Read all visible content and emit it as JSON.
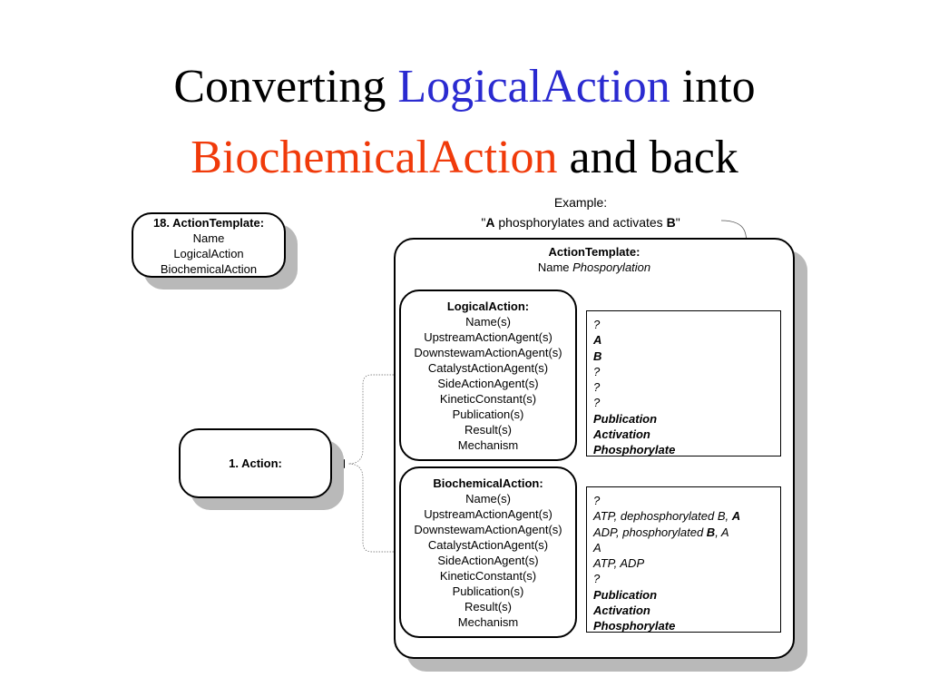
{
  "title": {
    "line1": {
      "part1": "Converting ",
      "part2": "LogicalAction",
      "part3": " into"
    },
    "line2": {
      "part1": "BiochemicalAction",
      "part2": " and back"
    },
    "colors": {
      "logical": "#2a2ad0",
      "biochemical": "#f03a0a"
    }
  },
  "example": {
    "label": "Example:",
    "quote_open": "\"",
    "agent_a": "A",
    "verb": " phosphorylates and activates ",
    "agent_b": "B",
    "quote_close": "\""
  },
  "action_template_small": {
    "header": "18. ActionTemplate:",
    "fields": [
      "Name",
      "LogicalAction",
      "BiochemicalAction"
    ]
  },
  "action": {
    "header": "1. Action:"
  },
  "action_template_big": {
    "header": "ActionTemplate:",
    "name_label": "Name ",
    "name_value": "Phosporylation"
  },
  "logical_action": {
    "header": "LogicalAction:",
    "fields": [
      "Name(s)",
      "UpstreamActionAgent(s)",
      "DownstewamActionAgent(s)",
      "CatalystActionAgent(s)",
      "SideActionAgent(s)",
      "KineticConstant(s)",
      "Publication(s)",
      "Result(s)",
      "Mechanism"
    ]
  },
  "biochemical_action": {
    "header": "BiochemicalAction:",
    "fields": [
      "Name(s)",
      "UpstreamActionAgent(s)",
      "DownstewamActionAgent(s)",
      "CatalystActionAgent(s)",
      "SideActionAgent(s)",
      "KineticConstant(s)",
      "Publication(s)",
      "Result(s)",
      "Mechanism"
    ]
  },
  "logical_values": {
    "v1": "?",
    "v2": "A",
    "v3": "B",
    "v4": "?",
    "v5": "?",
    "v6": "?",
    "v7": "Publication",
    "v8": "Activation",
    "v9": "Phosphorylate"
  },
  "biochemical_values": {
    "v1": "?",
    "v2a": "ATP, dephosphorylated B, ",
    "v2b": "A",
    "v3a": "ADP, phosphorylated ",
    "v3b": "B",
    "v3c": ", A",
    "v4": "A",
    "v5": "ATP, ADP",
    "v6": "?",
    "v7": "Publication",
    "v8": "Activation",
    "v9": "Phosphorylate"
  }
}
